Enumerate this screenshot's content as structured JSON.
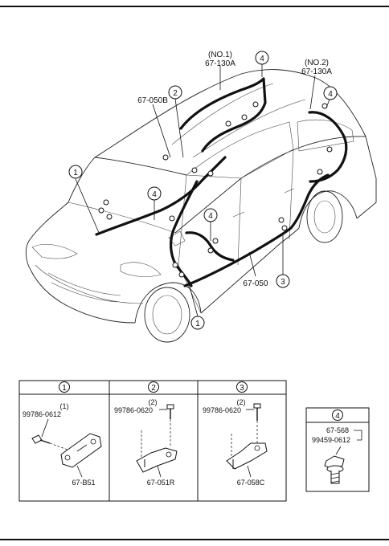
{
  "callouts": {
    "c1": "1",
    "c2": "2",
    "c3": "3",
    "c4": "4"
  },
  "diagram_labels": {
    "no1": "(NO.1)",
    "part_67_130A_a": "67-130A",
    "no2": "(NO.2)",
    "part_67_130A_b": "67-130A",
    "part_67_050B": "67-050B",
    "part_67_050": "67-050"
  },
  "panels": {
    "p1": {
      "num": "1",
      "qty": "(1)",
      "bolt": "99786-0612",
      "part": "67-B51"
    },
    "p2": {
      "num": "2",
      "qty": "(2)",
      "bolt": "99786-0620",
      "part": "67-051R"
    },
    "p3": {
      "num": "3",
      "qty": "(2)",
      "bolt": "99786-0620",
      "part": "67-058C"
    },
    "p4": {
      "num": "4",
      "part_a": "67-568",
      "part_b": "99459-0612"
    }
  }
}
